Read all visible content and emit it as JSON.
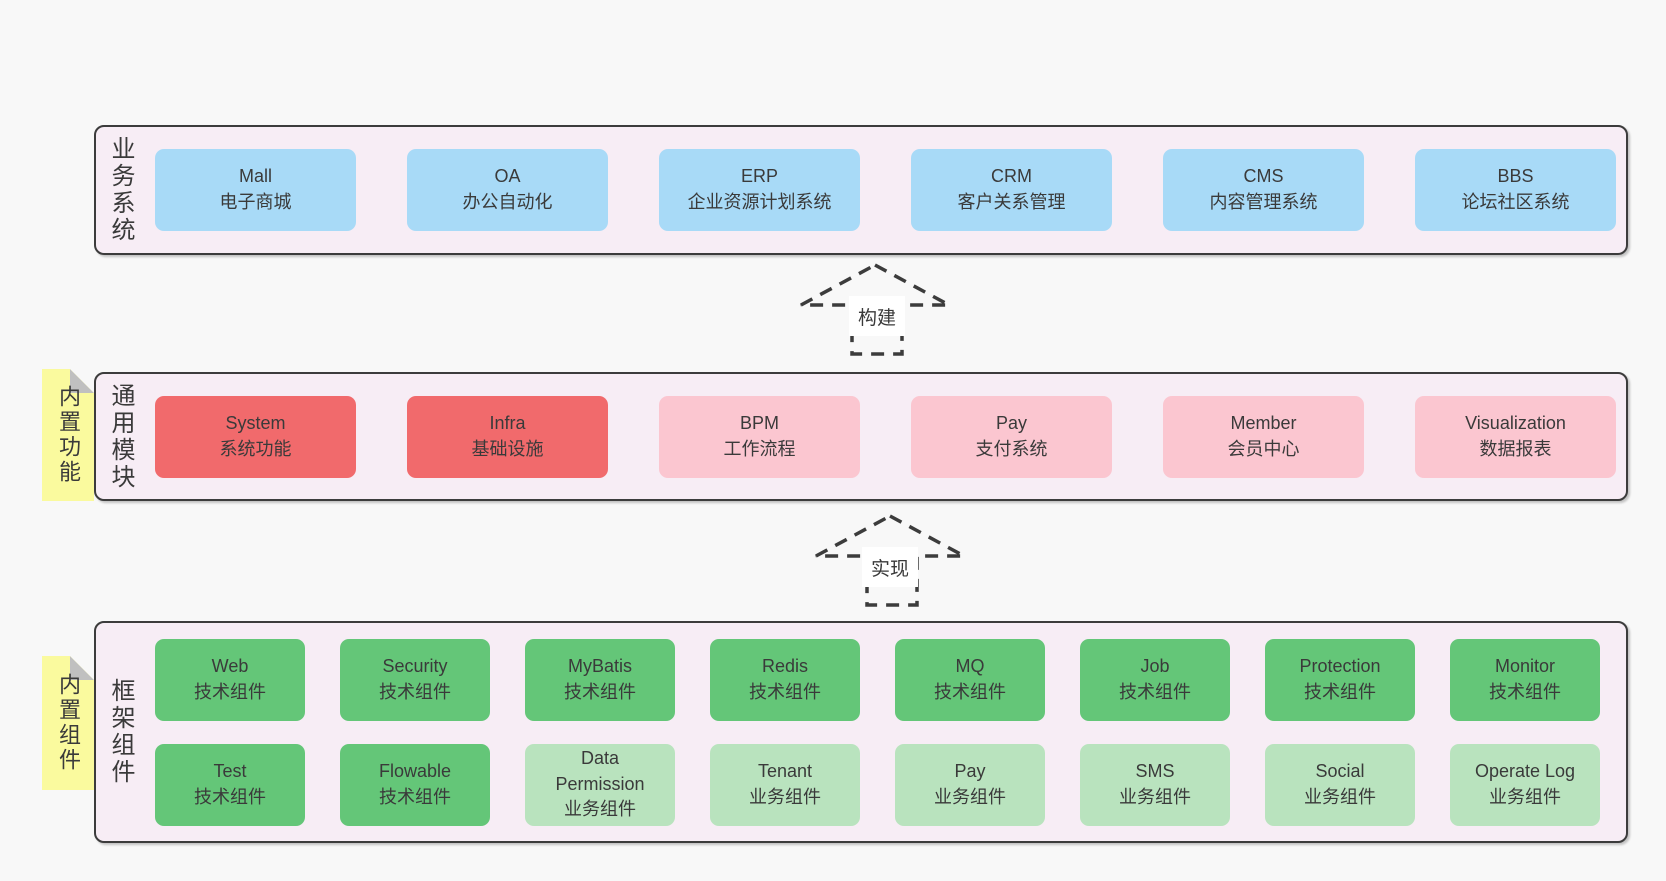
{
  "layers": {
    "business": {
      "label": "业务系统",
      "boxes": [
        {
          "title": "Mall",
          "subtitle": "电子商城"
        },
        {
          "title": "OA",
          "subtitle": "办公自动化"
        },
        {
          "title": "ERP",
          "subtitle": "企业资源计划系统"
        },
        {
          "title": "CRM",
          "subtitle": "客户关系管理"
        },
        {
          "title": "CMS",
          "subtitle": "内容管理系统"
        },
        {
          "title": "BBS",
          "subtitle": "论坛社区系统"
        }
      ]
    },
    "modules": {
      "label": "通用模块",
      "note": "内置功能",
      "boxes": [
        {
          "title": "System",
          "subtitle": "系统功能"
        },
        {
          "title": "Infra",
          "subtitle": "基础设施"
        },
        {
          "title": "BPM",
          "subtitle": "工作流程"
        },
        {
          "title": "Pay",
          "subtitle": "支付系统"
        },
        {
          "title": "Member",
          "subtitle": "会员中心"
        },
        {
          "title": "Visualization",
          "subtitle": "数据报表"
        }
      ]
    },
    "components": {
      "label": "框架组件",
      "note": "内置组件",
      "row1": [
        {
          "title": "Web",
          "subtitle": "技术组件"
        },
        {
          "title": "Security",
          "subtitle": "技术组件"
        },
        {
          "title": "MyBatis",
          "subtitle": "技术组件"
        },
        {
          "title": "Redis",
          "subtitle": "技术组件"
        },
        {
          "title": "MQ",
          "subtitle": "技术组件"
        },
        {
          "title": "Job",
          "subtitle": "技术组件"
        },
        {
          "title": "Protection",
          "subtitle": "技术组件"
        },
        {
          "title": "Monitor",
          "subtitle": "技术组件"
        }
      ],
      "row2": [
        {
          "title": "Test",
          "subtitle": "技术组件"
        },
        {
          "title": "Flowable",
          "subtitle": "技术组件"
        },
        {
          "title": "Data Permission",
          "subtitle": "业务组件"
        },
        {
          "title": "Tenant",
          "subtitle": "业务组件"
        },
        {
          "title": "Pay",
          "subtitle": "业务组件"
        },
        {
          "title": "SMS",
          "subtitle": "业务组件"
        },
        {
          "title": "Social",
          "subtitle": "业务组件"
        },
        {
          "title": "Operate Log",
          "subtitle": "业务组件"
        }
      ]
    }
  },
  "arrows": {
    "build": "构建",
    "implement": "实现"
  },
  "colors": {
    "page_bg": "#f8f8f8",
    "band_bg": "#f7edf5",
    "border": "#3c3c3c",
    "text": "#3a3a3a",
    "blue": "#a8daf7",
    "red": "#f16a6c",
    "pink": "#fbc6d0",
    "green_dark": "#64c678",
    "green_light": "#b9e3be",
    "note_yellow": "#fafa9e",
    "fold_gray": "#c0c0c0"
  }
}
